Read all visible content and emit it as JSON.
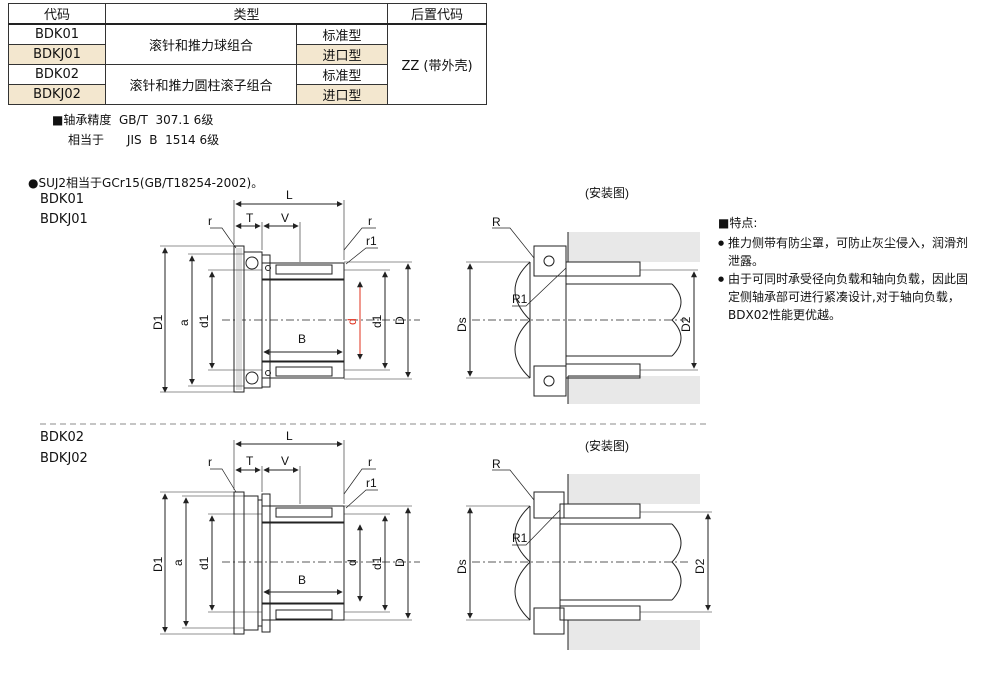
{
  "table": {
    "headers": [
      "代码",
      "类型",
      "后置代码"
    ],
    "rows": [
      {
        "code": "BDK01",
        "variant": "标准型"
      },
      {
        "code": "BDKJ01",
        "variant": "进口型"
      },
      {
        "code": "BDK02",
        "variant": "标准型"
      },
      {
        "code": "BDKJ02",
        "variant": "进口型"
      }
    ],
    "type_group1": "滚针和推力球组合",
    "type_group2": "滚针和推力圆柱滚子组合",
    "suffix": "ZZ (带外壳)",
    "highlight_color": "#f3e7cf"
  },
  "notes": {
    "precision_label": "■轴承精度",
    "precision_value": "GB/T  307.1 6级",
    "equivalent_label": "相当于",
    "equivalent_value": "JIS  B  1514 6级",
    "material": "●SUJ2相当于GCr15(GB/T18254-2002)。"
  },
  "diagram1": {
    "code_a": "BDK01",
    "code_b": "BDKJ01",
    "install_label": "(安装图)"
  },
  "diagram2": {
    "code_a": "BDK02",
    "code_b": "BDKJ02",
    "install_label": "(安装图)"
  },
  "dims": {
    "L": "L",
    "T": "T",
    "V": "V",
    "r": "r",
    "r1": "r1",
    "B": "B",
    "D1": "D1",
    "a": "a",
    "d1": "d1",
    "d": "d",
    "D": "D",
    "R": "R",
    "R1": "R1",
    "Ds": "Ds",
    "D2": "D2"
  },
  "features": {
    "title": "■特点:",
    "items": [
      "推力侧带有防尘罩，可防止灰尘侵入，润滑剂泄露。",
      "由于可同时承受径向负载和轴向负载，因此固定侧轴承部可进行紧凑设计,对于轴向负载，BDX02性能更优越。"
    ]
  },
  "colors": {
    "accent_d": "#e0301e",
    "line": "#222222"
  }
}
